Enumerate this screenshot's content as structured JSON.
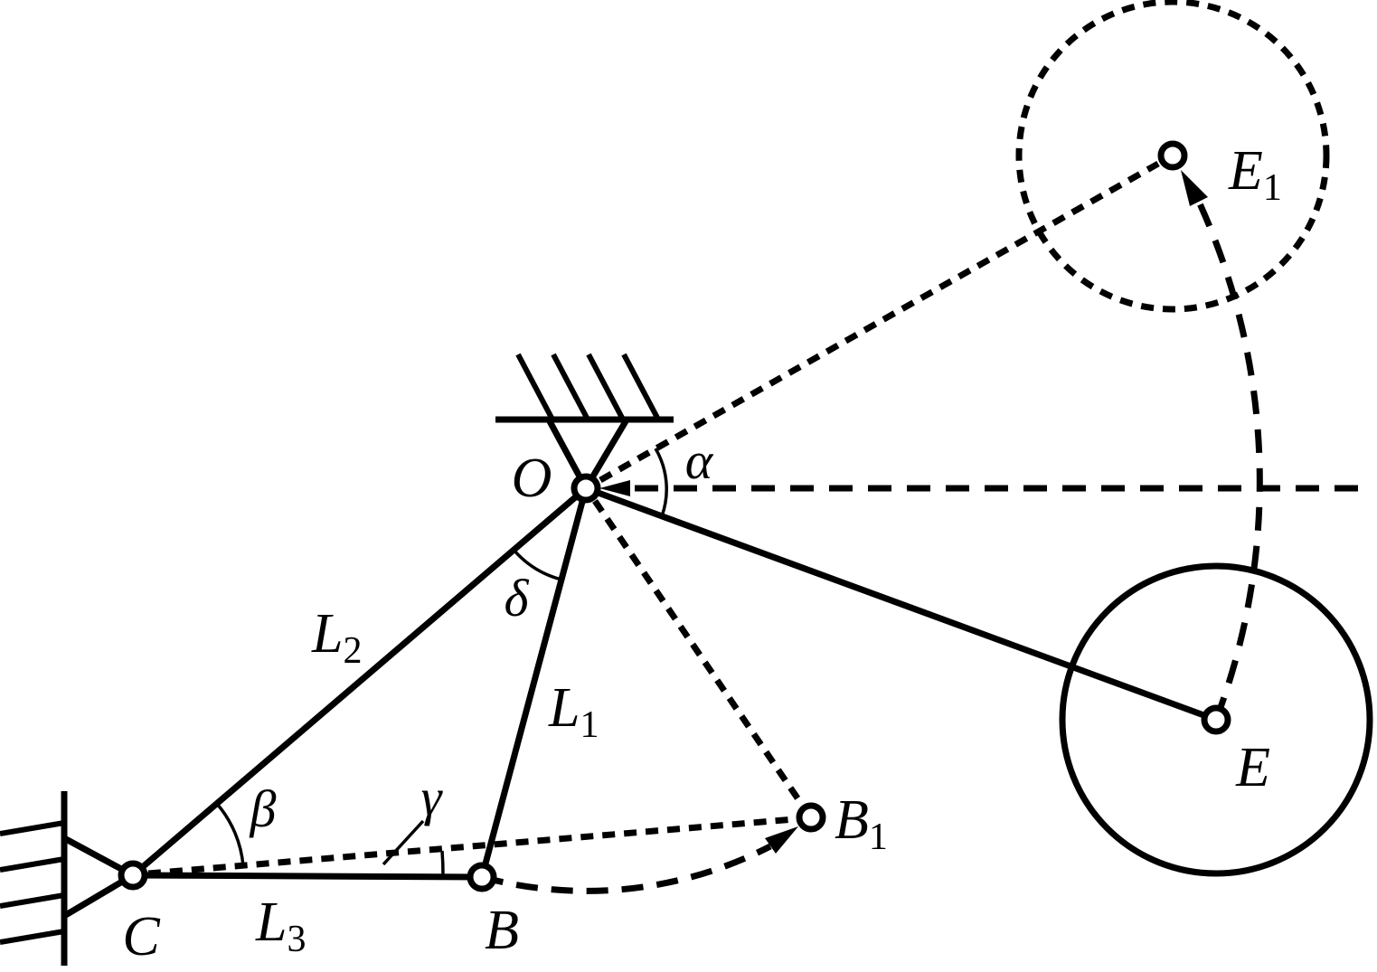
{
  "figure": {
    "background": "#ffffff",
    "ink": "#000000",
    "kind": "linkage-mechanism-diagram"
  },
  "labels": {
    "O": "O",
    "C": "C",
    "B": "B",
    "E": "E",
    "alpha": "α",
    "beta": "β",
    "gamma": "γ",
    "delta": "δ",
    "L1": {
      "main": "L",
      "sub": "1"
    },
    "L2": {
      "main": "L",
      "sub": "2"
    },
    "L3": {
      "main": "L",
      "sub": "3"
    },
    "B1": {
      "main": "B",
      "sub": "1"
    },
    "E1": {
      "main": "E",
      "sub": "1"
    }
  }
}
